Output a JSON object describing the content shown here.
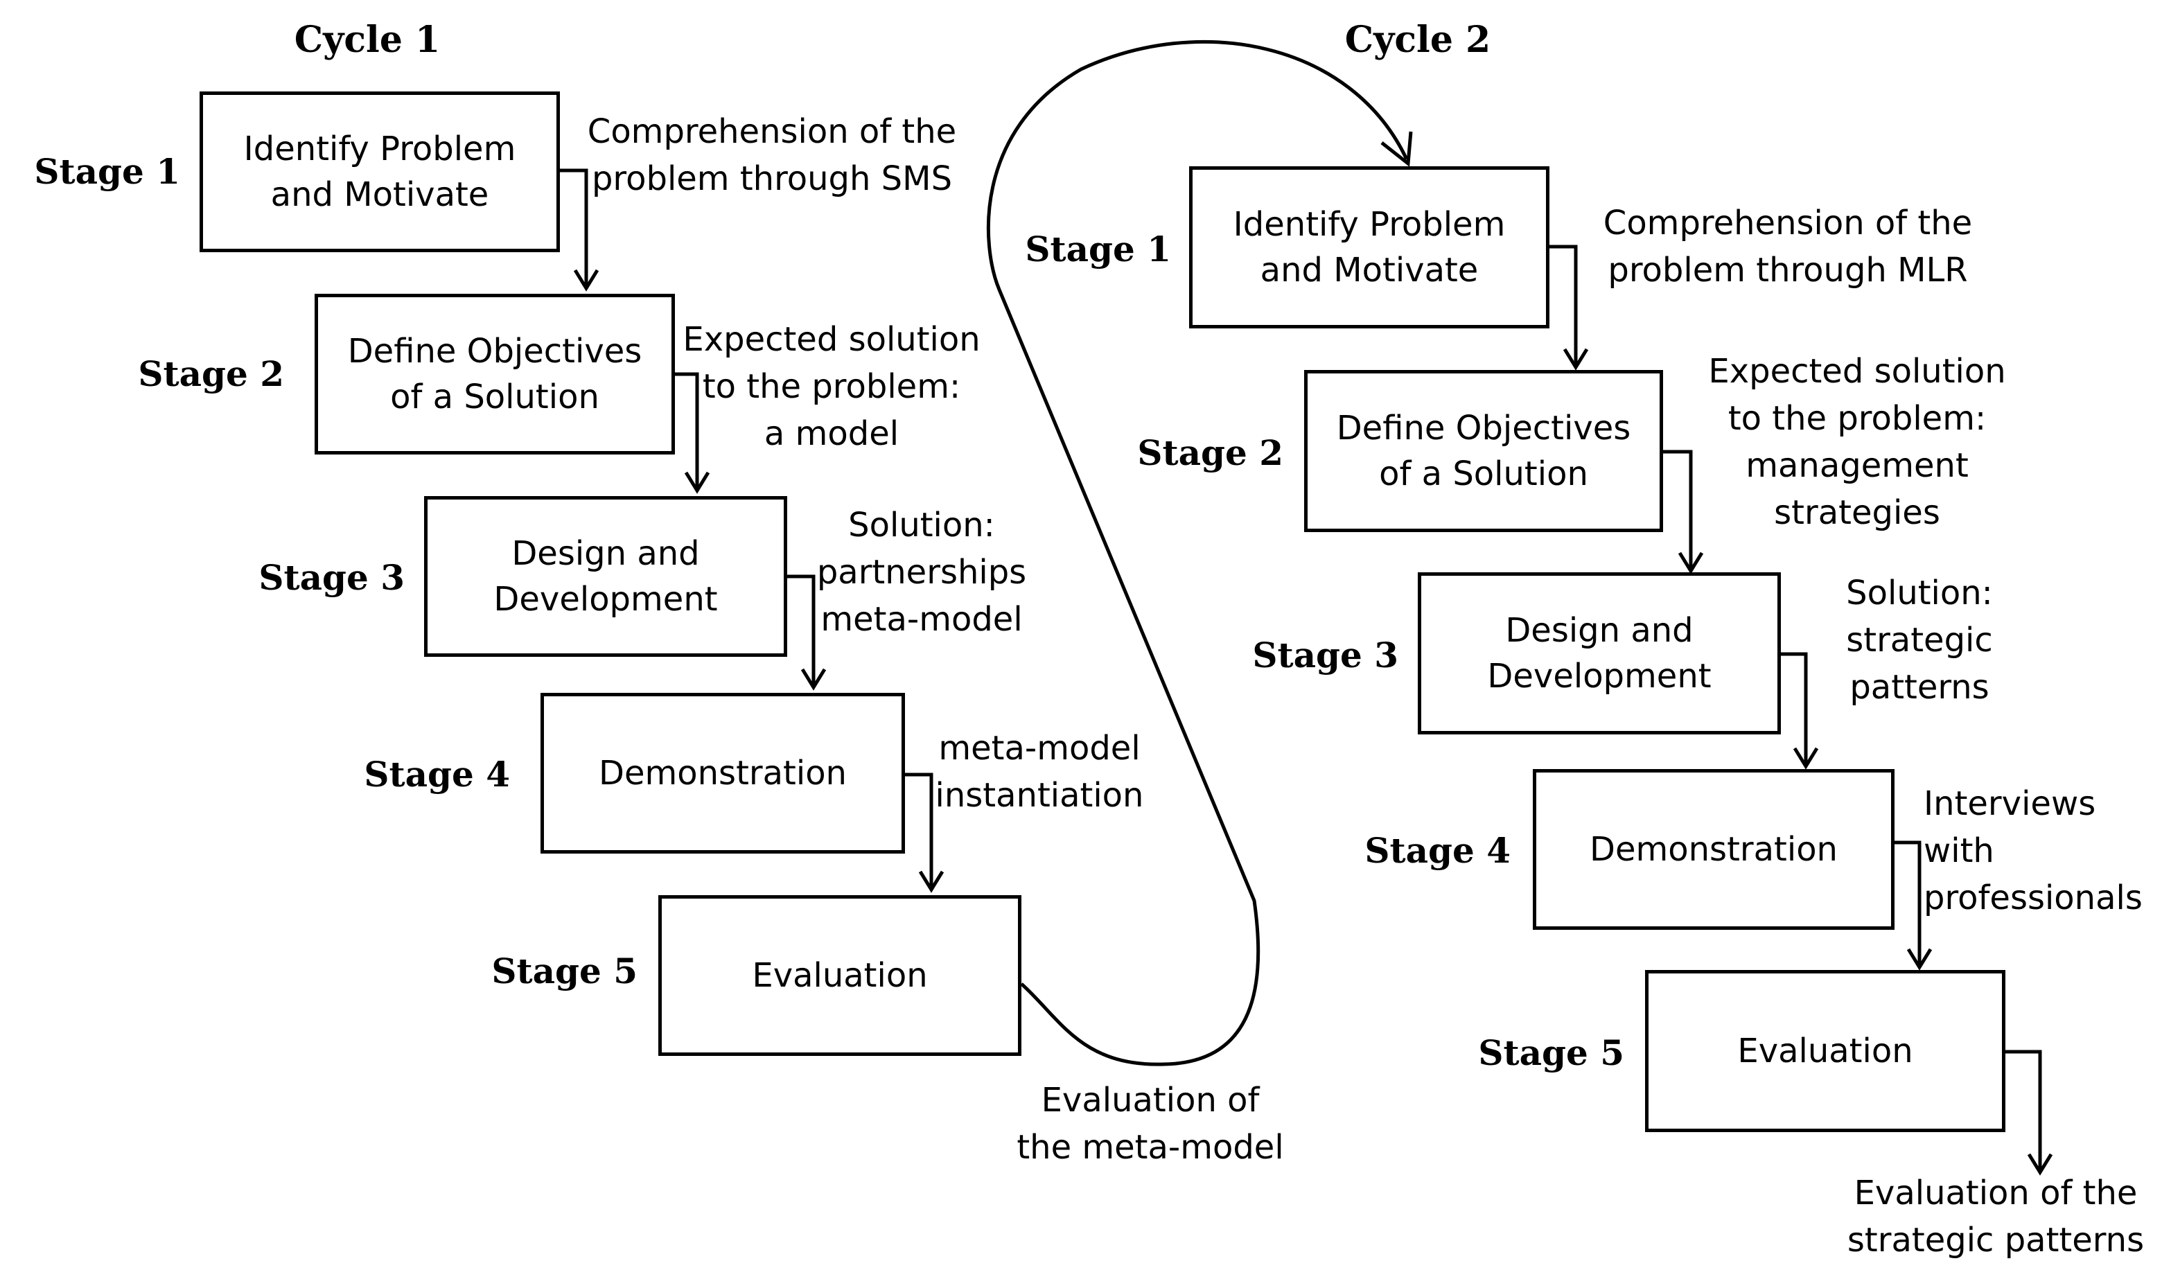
{
  "cycle1": {
    "title": "Cycle 1",
    "stages": [
      {
        "stage": "Stage 1",
        "box": [
          "Identify Problem",
          "and Motivate"
        ],
        "note": [
          "Comprehension of the",
          "problem through SMS"
        ]
      },
      {
        "stage": "Stage 2",
        "box": [
          "Define Objectives",
          "of a Solution"
        ],
        "note": [
          "Expected solution",
          "to the problem:",
          "a model"
        ]
      },
      {
        "stage": "Stage 3",
        "box": [
          "Design and",
          "Development"
        ],
        "note": [
          "Solution:",
          "partnerships",
          "meta-model"
        ]
      },
      {
        "stage": "Stage 4",
        "box": [
          "Demonstration"
        ],
        "note": [
          "meta-model",
          "instantiation"
        ]
      },
      {
        "stage": "Stage 5",
        "box": [
          "Evaluation"
        ],
        "note": [
          "Evaluation of",
          "the meta-model"
        ]
      }
    ]
  },
  "cycle2": {
    "title": "Cycle 2",
    "stages": [
      {
        "stage": "Stage 1",
        "box": [
          "Identify Problem",
          "and Motivate"
        ],
        "note": [
          "Comprehension of the",
          "problem through MLR"
        ]
      },
      {
        "stage": "Stage 2",
        "box": [
          "Define Objectives",
          "of a Solution"
        ],
        "note": [
          "Expected solution",
          "to the problem:",
          "management",
          "strategies"
        ]
      },
      {
        "stage": "Stage 3",
        "box": [
          "Design and",
          "Development"
        ],
        "note": [
          "Solution:",
          "strategic",
          "patterns"
        ]
      },
      {
        "stage": "Stage 4",
        "box": [
          "Demonstration"
        ],
        "note": [
          "Interviews",
          "with",
          "professionals"
        ]
      },
      {
        "stage": "Stage 5",
        "box": [
          "Evaluation"
        ],
        "note": [
          "Evaluation of the",
          "strategic patterns"
        ]
      }
    ]
  }
}
